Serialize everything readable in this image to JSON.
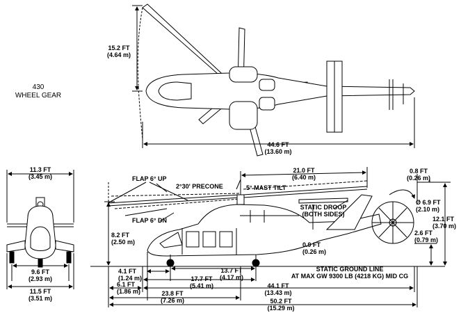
{
  "model": {
    "number": "430",
    "gear": "WHEEL GEAR"
  },
  "top_view": {
    "rotor_radius": {
      "ft": "15.2 FT",
      "m": "(4.64 m)"
    },
    "overall_length": {
      "ft": "44.6 FT",
      "m": "(13.60 m)"
    }
  },
  "front_view": {
    "skid_width": {
      "ft": "11.3 FT",
      "m": "(3.45 m)"
    },
    "main_gear_track": {
      "ft": "9.6 FT",
      "m": "(2.93 m)"
    },
    "stabilizer_span": {
      "ft": "11.5 FT",
      "m": "(3.51 m)"
    }
  },
  "side_view": {
    "flap_up": "FLAP 6° UP",
    "flap_dn": "FLAP 6° DN",
    "precone": "2°30' PRECONE",
    "mast_tilt": "5° MAST TILT",
    "static_droop": {
      "line1": "STATIC DROOP",
      "line2": "(BOTH SIDES)"
    },
    "static_ground_line": {
      "line1": "STATIC GROUND LINE",
      "line2": "AT MAX GW 9300 LB (4218 KG) MID CG"
    },
    "rotor_front_to_mast": {
      "ft": "21.0 FT",
      "m": "(6.40 m)"
    },
    "tail_rotor_clearance": {
      "ft": "0.8 FT",
      "m": "(0.26 m)"
    },
    "tail_rotor_diameter": {
      "ft": "Ø 6.9 FT",
      "m": "(2.10 m)"
    },
    "overall_height": {
      "ft": "12.1 FT",
      "m": "(3.70 m)"
    },
    "tail_rotor_ground": {
      "ft": "2.6 FT",
      "m": "(0.79 m)"
    },
    "rotor_height_front": {
      "ft": "8.2 FT",
      "m": "(2.50 m)"
    },
    "droop_clearance": {
      "ft": "0.9 FT",
      "m": "(0.26 m)"
    },
    "nose_to_nosegear": {
      "ft": "4.1 FT",
      "m": "(1.24 m)"
    },
    "wheelbase": {
      "ft": "13.7 FT",
      "m": "(4.17 m)"
    },
    "nosegear_to_main": {
      "ft": "17.7 FT",
      "m": "(5.41 m)"
    },
    "nose_to_mast": {
      "ft": "6.1 FT",
      "m": "(1.86 m)"
    },
    "fuselage_length": {
      "ft": "44.1 FT",
      "m": "(13.43 m)"
    },
    "mast_to_main": {
      "ft": "23.8 FT",
      "m": "(7.26 m)"
    },
    "overall_length": {
      "ft": "50.2 FT",
      "m": "(15.29 m)"
    }
  }
}
